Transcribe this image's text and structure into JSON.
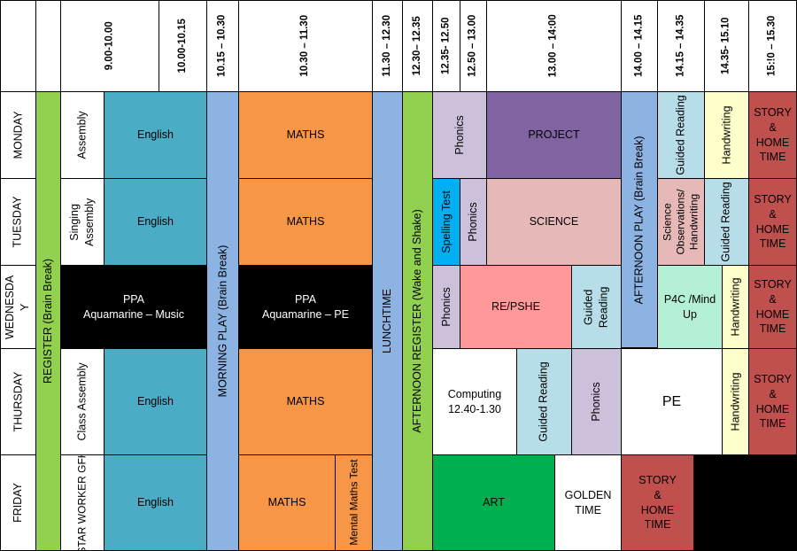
{
  "colors": {
    "green": "#92d050",
    "teal": "#4bacc6",
    "blue": "#8db3e2",
    "orange": "#f79646",
    "lilac": "#ccc0da",
    "purple": "#8064a2",
    "pink": "#e6b9b8",
    "rose": "#ff9999",
    "lightblue": "#b7dee8",
    "yellow": "#ffffcc",
    "red": "#c0504d",
    "mint": "#b3f0d6",
    "cyan": "#00b0f0",
    "darkgreen": "#00b050",
    "black": "#000000"
  },
  "headers": {
    "h1": "9.00-10.00",
    "h2": "10.00-10.15",
    "h3": "10.15 – 10.30",
    "h4": "10.30 – 11.30",
    "h5": "11.30 – 12.30",
    "h6": "12.30– 12.35",
    "h7": "12.35- 12.50",
    "h8": "12.50 – 13.00",
    "h9": "13.00 – 14:00",
    "h10": "14.00 – 14.15",
    "h11": "14.15 – 14.35",
    "h12": "14.35- 15.10",
    "h13": "15:!0 – 15.30"
  },
  "days": {
    "mon": "MONDAY",
    "tue": "TUESDAY",
    "wed": "WEDNESDA\nY",
    "thu": "THURSDAY",
    "fri": "FRIDAY"
  },
  "spans": {
    "register": "REGISTER (Brain Break)",
    "morning_play": "MORNING PLAY (Brain Break)",
    "lunchtime": "LUNCHTIME",
    "afternoon_register": "AFTERNOON REGISTER (Wake and Shake)",
    "afternoon_play": "AFTERNOON PLAY (Brain Break)"
  },
  "monday": {
    "assembly": "Assembly",
    "english": "English",
    "maths": "MATHS",
    "phonics": "Phonics",
    "project": "PROJECT",
    "guided_reading": "Guided Reading",
    "handwriting": "Handwriting",
    "story": "STORY\n&\nHOME\nTIME"
  },
  "tuesday": {
    "singing": "Singing\nAssembly",
    "english": "English",
    "maths": "MATHS",
    "spelling": "Spelling Test",
    "phonics": "Phonics",
    "science": "SCIENCE",
    "science_obs": "Science\nObservations/\nHandwriting",
    "guided_reading": "Guided Reading",
    "story": "STORY\n&\nHOME\nTIME"
  },
  "wednesday": {
    "ppa_am": "PPA\nAquamarine – Music",
    "ppa_pm": "PPA\nAquamarine – PE",
    "phonics": "Phonics",
    "re_pshe": "RE/PSHE",
    "guided_reading": "Guided\nReading",
    "p4c": "P4C /Mind\nUp",
    "handwriting": "Handwriting",
    "story": "STORY\n&\nHOME\nTIME"
  },
  "thursday": {
    "class_assembly": "Class Assembly",
    "english": "English",
    "maths": "MATHS",
    "computing": "Computing\n12.40-1.30",
    "guided_reading": "Guided Reading",
    "phonics": "Phonics",
    "pe": "PE",
    "handwriting": "Handwriting",
    "story": "STORY\n&\nHOME\nTIME"
  },
  "friday": {
    "star_worker": "STAR WORKER GFH",
    "english": "English",
    "maths": "MATHS",
    "mental_maths": "Mental Maths Test",
    "art": "ART",
    "golden_time": "GOLDEN\nTIME",
    "story": "STORY\n&\nHOME\nTIME"
  }
}
